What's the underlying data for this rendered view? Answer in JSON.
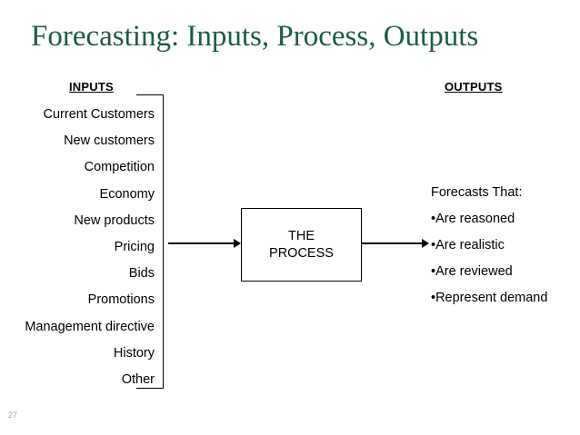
{
  "slide": {
    "title": "Forecasting: Inputs, Process, Outputs",
    "page_number": "27",
    "title_color": "#1d5c44",
    "background_color": "#ffffff",
    "line_color": "#000000"
  },
  "inputs": {
    "heading": "INPUTS",
    "items": [
      "Current Customers",
      "New customers",
      "Competition",
      "Economy",
      "New products",
      "Pricing",
      "Bids",
      "Promotions",
      "Management directive",
      "History",
      "Other"
    ]
  },
  "process": {
    "line1": "THE",
    "line2": "PROCESS"
  },
  "outputs": {
    "heading": "OUTPUTS",
    "intro": "Forecasts That:",
    "items": [
      "•Are reasoned",
      "•Are realistic",
      "•Are reviewed",
      "•Represent demand"
    ]
  }
}
